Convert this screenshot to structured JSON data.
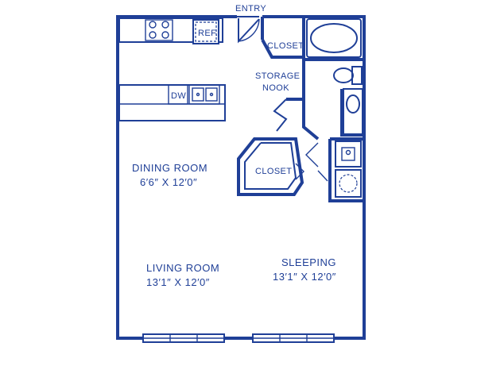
{
  "labels": {
    "entry": "ENTRY",
    "closet_top": "CLOSET",
    "storage_line1": "STORAGE",
    "storage_line2": "NOOK",
    "dw": "DW",
    "ref": "REF.",
    "dining_name": "DINING ROOM",
    "dining_dims": "6′6″ X 12′0″",
    "closet_mid": "CLOSET",
    "living_name": "LIVING ROOM",
    "living_dims": "13′1″ X 12′0″",
    "sleeping_name": "SLEEPING",
    "sleeping_dims": "13′1″ X 12′0″"
  },
  "colors": {
    "wall": "#1f3f97",
    "background": "#ffffff"
  }
}
